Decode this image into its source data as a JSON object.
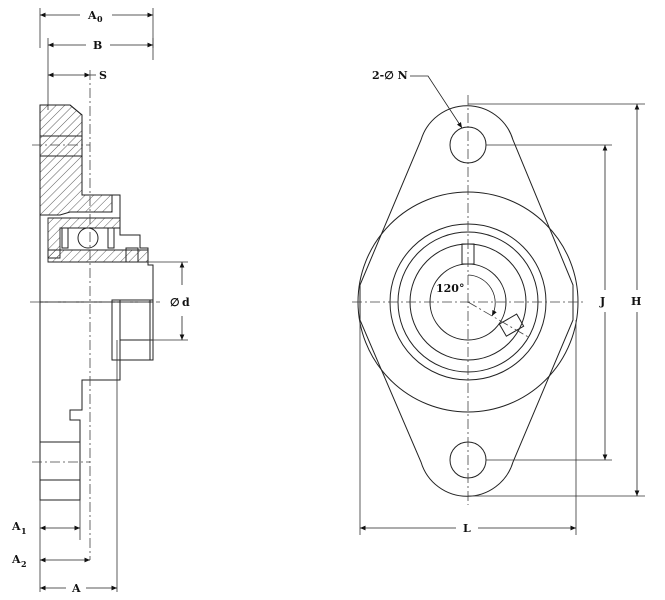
{
  "side_view": {
    "labels": {
      "a0": "A",
      "a0_sub": "0",
      "b": "B",
      "s": "S",
      "d_symbol": "∅",
      "d": "d",
      "a1": "A",
      "a1_sub": "1",
      "a2": "A",
      "a2_sub": "2",
      "a": "A"
    }
  },
  "front_view": {
    "labels": {
      "holes": "2-∅ N",
      "angle": "120°",
      "j": "J",
      "h": "H",
      "l": "L"
    }
  }
}
